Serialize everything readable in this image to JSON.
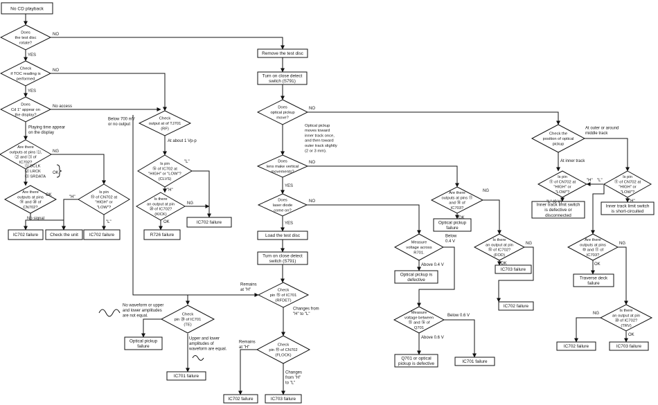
{
  "title": "No CD playback",
  "nodes": {
    "d_rotate": [
      "Does",
      "the test disc",
      "rotate?"
    ],
    "d_toc": [
      "Check",
      "if TOC reading is",
      "performed"
    ],
    "d_cd1": [
      "Does",
      "Cd 1\" appear on",
      "the display?"
    ],
    "d_ic702_out": [
      "Are there",
      "outputs at pins ⑴,",
      "⑵ and ⑶ of",
      "IC702?"
    ],
    "sig_list": [
      "⑴ BCLK",
      "⑵ LRCK",
      "⑶ SRDATA"
    ],
    "d_cn702": [
      "Are there",
      "outputs at pins",
      "⑲ and ⑳ of",
      "CN702?"
    ],
    "d_pin_cn702": [
      "Is pin",
      "⑲ of CN702 at",
      "\"HIGH\" or",
      "\"LOW\"?"
    ],
    "b_ic702_1": "IC702 failure",
    "b_check_unit": "Check the unit",
    "b_ic702_2": "IC702 failure",
    "b_rf": [
      "Check",
      "output at of TJ701",
      "(RF)"
    ],
    "d_clvs": [
      "Is pin",
      "⑯ of IC702 at",
      "\"HIGH\" or \"LOW\"?",
      "(CLVS)"
    ],
    "d_kick": [
      "Is there",
      "an output at pin",
      "⑳ of IC702?",
      "(KICK)"
    ],
    "b_r726": "R726 failure",
    "b_ic702_3": "IC702 failure",
    "b_remove": "Remove the test disc",
    "b_switch1": [
      "Turn on close detect",
      "switch (S791)"
    ],
    "d_move": [
      "Does",
      "optical pickup",
      "move?"
    ],
    "move_note": [
      "Optical pickup",
      "moves toward",
      "inner track once,",
      "and then toward",
      "outer track slightly",
      "(2 or 3 mm)."
    ],
    "d_lens": [
      "Does",
      "lens make vertical",
      "movements?"
    ],
    "d_laser": [
      "Does",
      "laser diode",
      "come on?"
    ],
    "b_load": "Load the test disc",
    "b_switch2": [
      "Turn on close detect",
      "switch (S791)"
    ],
    "d_rfdet": [
      "Check",
      "pin ⑯ of IC701",
      "(RFDET)"
    ],
    "d_te": [
      "Check",
      "pin ⑳ of IC701",
      "(TE)"
    ],
    "b_opt1": [
      "Optical pickup",
      "failure"
    ],
    "b_ic701_1": "IC701 failure",
    "d_flock": [
      "Check",
      "pin ⑱ of CN702",
      "(FLOCK)"
    ],
    "b_ic702_4": "IC702 failure",
    "b_ic703_1": "IC703 failure",
    "d_ic703_out": [
      "Are there",
      "outputs at pins ⑪",
      "and ⑱ of",
      "IC703?"
    ],
    "b_opt2": [
      "Optical pickup",
      "failure"
    ],
    "d_fod": [
      "Is there",
      "an output at pin",
      "⑱ of IC702?",
      "(FOD)"
    ],
    "b_ic703_2": "IC703 failure",
    "b_ic702_5": "IC702 failure",
    "d_r701": [
      "Measure",
      "voltage across",
      "R701."
    ],
    "b_opt3": [
      "Optical pickup is",
      "defective"
    ],
    "d_q701": [
      "Measure",
      "voltage between",
      "⑮ and ⑯ of",
      "Q701"
    ],
    "b_q701": [
      "Q701 or optical",
      "pickup is defective"
    ],
    "b_ic701_2": "IC701 failure",
    "d_position": [
      "Check the",
      "position of optical",
      "pickup"
    ],
    "d_pin_inner": [
      "Is pin",
      "⑪ of CN702 at",
      "\"HIGH\" or",
      "\"LOW\"?"
    ],
    "d_pin_outer": [
      "Is pin",
      "⑪ of CN702 at",
      "\"HIGH\" or",
      "\"LOW\"?"
    ],
    "b_inner_sw": [
      "Inner track limit switch",
      "is defective or",
      "disconnected"
    ],
    "b_inner_short": [
      "Inner track limit switch",
      "is short-circuited"
    ],
    "d_ic703_b": [
      "Are there",
      "outputs at pins",
      "⑩ and ⑪ of",
      "IC703?"
    ],
    "b_traverse": [
      "Traverse deck",
      "failure"
    ],
    "d_trv": [
      "Is there",
      "an output at pin",
      "⑳ of IC702?",
      "(TRV)"
    ],
    "b_ic702_6": "IC702 failure",
    "b_ic703_3": "IC703 failure"
  },
  "labels": {
    "no": "NO",
    "yes": "YES",
    "ok": "OK",
    "ng": "NG",
    "h": "\"H\"",
    "l": "\"L\"",
    "no_access": "No access",
    "playing_time": [
      "Playing time appear",
      "on the display"
    ],
    "no_signal": "No signal",
    "below700": [
      "Below 700 mV",
      "or no output"
    ],
    "about1v": "At about 1 Vp-p",
    "remains_h": [
      "Remains",
      "at \"H\""
    ],
    "changes_hl": [
      "Changes from",
      "\"H\" to \"L\""
    ],
    "changes_hl2": [
      "Changes",
      "from \"H\"",
      "to \"L\""
    ],
    "no_waveform": [
      "No waveform or upper",
      "and lower amplitudes",
      "are not equal."
    ],
    "equal_amp": [
      "Upper and lower",
      "amplitudes of",
      "waveform are equal."
    ],
    "below04": [
      "Below",
      "0.4 V"
    ],
    "above04": "Above 0.4 V",
    "below06": "Below 0.6 V",
    "above06": "Above 0.6 V",
    "at_outer": [
      "At outer or around",
      "middle track"
    ],
    "at_inner": "At inner track",
    "l0v": "\"L\" (0 V)"
  }
}
